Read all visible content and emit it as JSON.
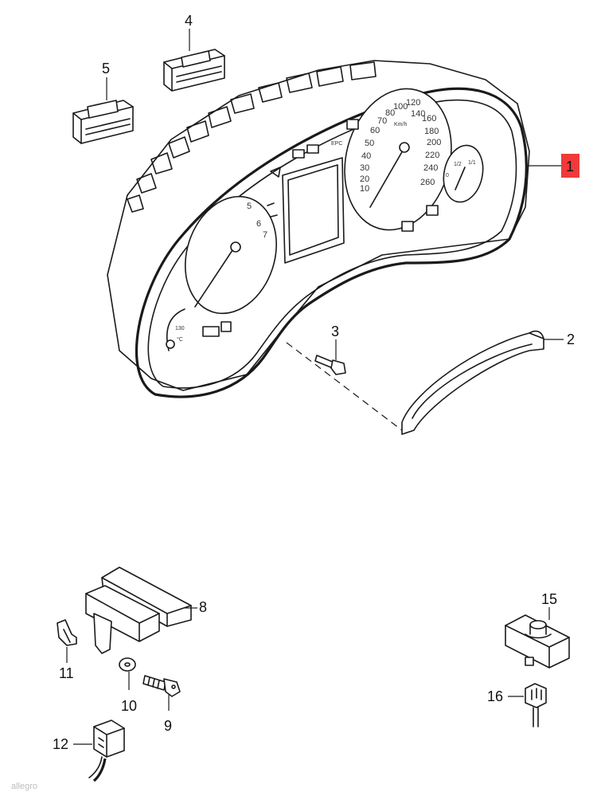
{
  "callouts": [
    {
      "id": "1",
      "label": "1",
      "highlighted": true
    },
    {
      "id": "2",
      "label": "2"
    },
    {
      "id": "3",
      "label": "3"
    },
    {
      "id": "4",
      "label": "4"
    },
    {
      "id": "5",
      "label": "5"
    },
    {
      "id": "8",
      "label": "8"
    },
    {
      "id": "9",
      "label": "9"
    },
    {
      "id": "10",
      "label": "10"
    },
    {
      "id": "11",
      "label": "11"
    },
    {
      "id": "12",
      "label": "12"
    },
    {
      "id": "15",
      "label": "15"
    },
    {
      "id": "16",
      "label": "16"
    }
  ],
  "highlight_color": "#f03a3a",
  "speedometer": {
    "scale": [
      "10",
      "20",
      "30",
      "40",
      "50",
      "60",
      "70",
      "80",
      "100",
      "120",
      "140",
      "160",
      "180",
      "200",
      "220",
      "240",
      "260"
    ],
    "unit": "Km/h"
  },
  "tachometer": {
    "scale": [
      "5",
      "6",
      "7"
    ]
  },
  "fuel_gauge": {
    "marks": [
      "1/2",
      "1/1",
      "0"
    ]
  },
  "temp_gauge": {
    "marks": [
      "130"
    ],
    "unit": "°C"
  },
  "warning_labels": {
    "epc": "EPC"
  },
  "watermark": "allegro"
}
